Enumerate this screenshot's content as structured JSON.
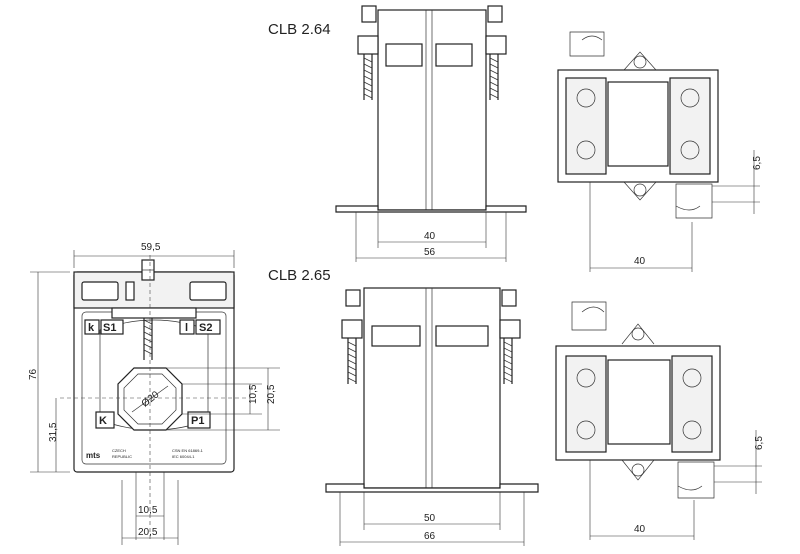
{
  "titles": {
    "top": "CLB 2.64",
    "bottom": "CLB 2.65"
  },
  "front_view": {
    "dims": {
      "width": "59,5",
      "height": "76",
      "offset": "31,5",
      "hole_a": "10,5",
      "hole_b": "20,5",
      "bottom_a": "10,5",
      "bottom_b": "20,5",
      "diameter": "Ø20"
    },
    "labels": {
      "k": "k",
      "S1": "S1",
      "l": "l",
      "S2": "S2",
      "K": "K",
      "P1": "P1"
    },
    "plate_text": [
      "CZECH",
      "REPUBLIC",
      "CSN EN 61869-1",
      "IEC 60044-1"
    ],
    "logo": "mts"
  },
  "clb264": {
    "side_dims": {
      "inner": "40",
      "outer": "56"
    },
    "top_dims": {
      "width": "40",
      "small": "6,5"
    }
  },
  "clb265": {
    "side_dims": {
      "inner": "50",
      "outer": "66"
    },
    "top_dims": {
      "width": "40",
      "small": "6,5"
    }
  }
}
